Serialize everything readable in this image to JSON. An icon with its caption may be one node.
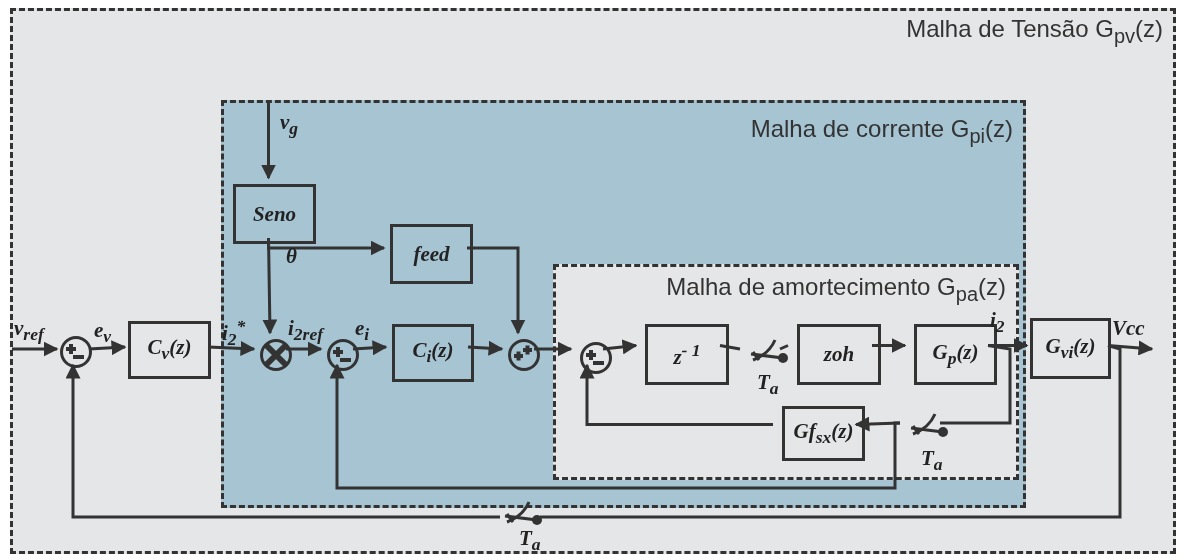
{
  "diagram": {
    "nodes": [
      {
        "text": [
          "Malha de Tensão G$_{pv}$(z)"
        ]
      },
      {
        "text": [
          "Malha de corrente G$_{pi}$(z)"
        ],
        "in": 0
      },
      {
        "text": [
          "Malha de amortecimento G$_{pa}$(z)"
        ],
        "in": 1
      },
      {
        "text": [],
        "shape": "circle",
        "in": 0
      },
      {
        "text": [
          "C$_{v}$(z)"
        ],
        "in": 0
      },
      {
        "text": [],
        "shape": "circle",
        "in": 1
      },
      {
        "text": [
          "Seno"
        ],
        "in": 1
      },
      {
        "text": [
          "feed"
        ],
        "in": 1
      },
      {
        "text": [],
        "shape": "circle",
        "in": 1
      },
      {
        "text": [
          "C$_{i}$(z)"
        ],
        "in": 1
      },
      {
        "text": [],
        "shape": "circle",
        "in": 1
      },
      {
        "text": [],
        "shape": "circle",
        "in": 2
      },
      {
        "text": [
          "z$^{- 1}$"
        ],
        "in": 2
      },
      {
        "text": [
          "zoh"
        ],
        "in": 2
      },
      {
        "text": [
          "G$_{p}$(z)"
        ],
        "in": 2
      },
      {
        "text": [
          "Gf$_{sx}$(z)"
        ],
        "in": 2
      },
      {
        "text": [
          "G$_{vi}$(z)"
        ],
        "in": 0
      },
      {
        "text": [],
        "shape": "switch",
        "beside": [
          "T$_{a}$"
        ],
        "in": 2
      },
      {
        "text": [],
        "shape": "switch",
        "beside": [
          "T$_{a}$"
        ],
        "in": 2
      },
      {
        "text": [],
        "shape": "switch",
        "beside": [
          "T$_{a}$"
        ],
        "in": 0
      }
    ],
    "edges": [
      {
        "from": null,
        "to": 3,
        "arrow": "to",
        "label": "v$_{ref}$"
      },
      {
        "from": 3,
        "to": 4,
        "arrow": "to",
        "label": "e$_{v}$"
      },
      {
        "from": 4,
        "to": 5,
        "arrow": "to",
        "label": "i$_{2}$$^{*}$"
      },
      {
        "from": null,
        "to": 6,
        "arrow": "to",
        "label": "v$_{g}$"
      },
      {
        "from": 6,
        "to": 5,
        "arrow": "to",
        "label": "θ"
      },
      {
        "from": 6,
        "to": 7,
        "arrow": "to"
      },
      {
        "from": 5,
        "to": 8,
        "arrow": "to",
        "label": "i$_{2ref}$"
      },
      {
        "from": 8,
        "to": 9,
        "arrow": "to",
        "label": "e$_{i}$"
      },
      {
        "from": 9,
        "to": 10,
        "arrow": "to"
      },
      {
        "from": 7,
        "to": 10,
        "arrow": "to"
      },
      {
        "from": 10,
        "to": 11,
        "arrow": "to"
      },
      {
        "from": 11,
        "to": 12,
        "arrow": "to"
      },
      {
        "from": 12,
        "to": 17,
        "arrow": "none"
      },
      {
        "from": 17,
        "to": 13,
        "arrow": "none"
      },
      {
        "from": 13,
        "to": 14,
        "arrow": "to"
      },
      {
        "from": 14,
        "to": 16,
        "arrow": "to",
        "label": "i$_{2}$"
      },
      {
        "from": 14,
        "to": 18,
        "arrow": "none"
      },
      {
        "from": 18,
        "to": 15,
        "arrow": "to"
      },
      {
        "from": 18,
        "to": 8,
        "arrow": "to"
      },
      {
        "from": 15,
        "to": 11,
        "arrow": "to"
      },
      {
        "from": 16,
        "to": 19,
        "arrow": "none"
      },
      {
        "from": 19,
        "to": 3,
        "arrow": "to"
      },
      {
        "from": 16,
        "to": null,
        "arrow": "to",
        "label": "Vcc"
      }
    ]
  }
}
